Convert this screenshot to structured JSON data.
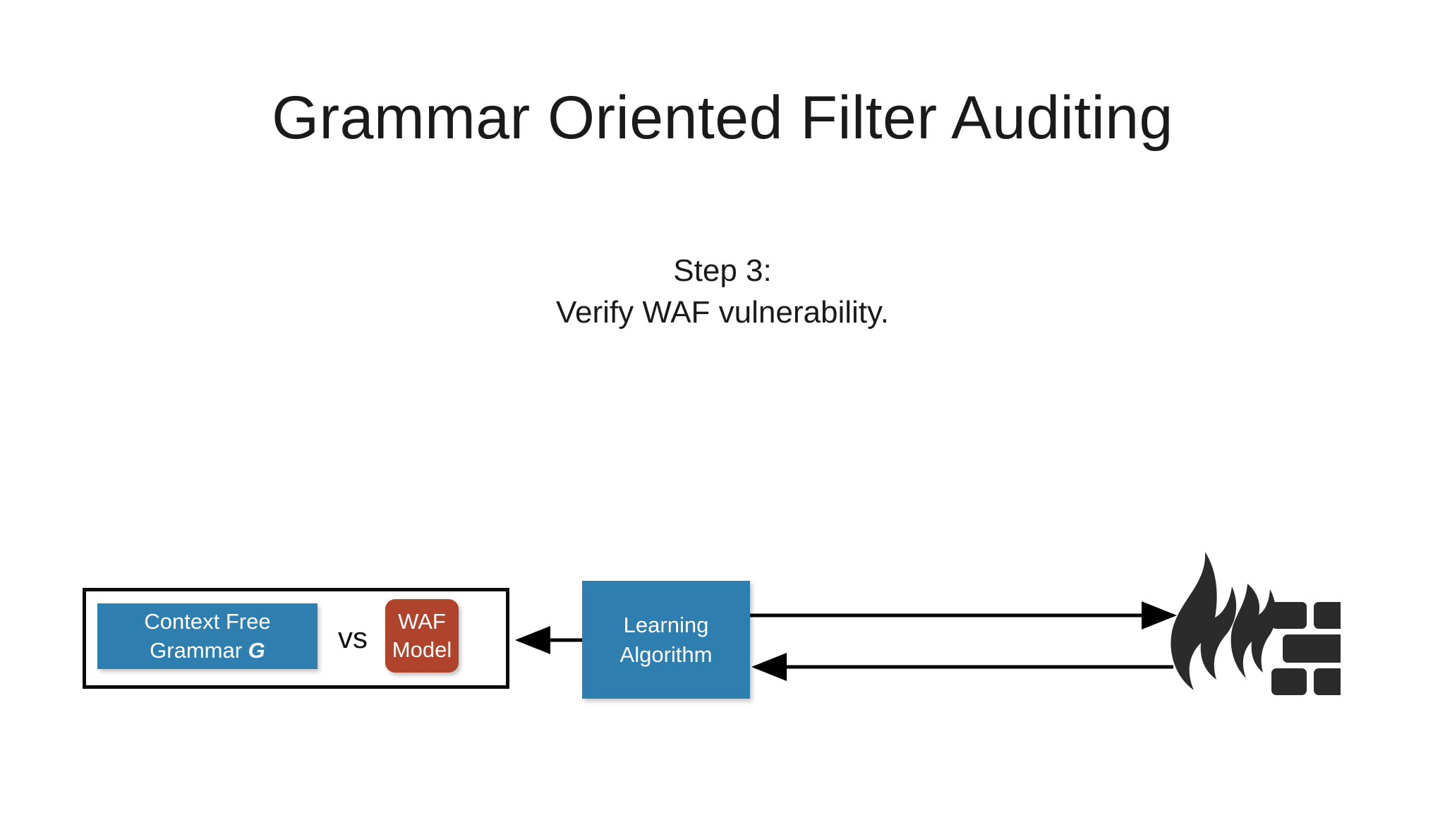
{
  "slide": {
    "background_color": "#ffffff",
    "title": "Grammar Oriented Filter Auditing",
    "subtitle": {
      "line1": "Step 3:",
      "line2": "Verify WAF vulnerability."
    }
  },
  "diagram": {
    "group_box": {
      "name": "comparison-group",
      "border_color": "#0b0b0b"
    },
    "nodes": {
      "cfg": {
        "label_line1": "Context Free",
        "label_line2": "Grammar ",
        "symbol": "G",
        "color": "#2e7eb0",
        "text_color": "#ffffff",
        "shape": "rectangle"
      },
      "vs": {
        "label": "vs",
        "color": "#111111"
      },
      "waf_model": {
        "label_line1": "WAF",
        "label_line2": "Model",
        "color": "#b0432c",
        "text_color": "#ffffff",
        "shape": "rounded-rectangle"
      },
      "learning_algorithm": {
        "label_line1": "Learning",
        "label_line2": "Algorithm",
        "color": "#2e7eb0",
        "text_color": "#ffffff",
        "shape": "rectangle"
      },
      "firewall": {
        "icon": "firewall-flame-brick-icon",
        "color": "#2b2b2b"
      }
    },
    "arrows": [
      {
        "name": "learning-to-group-arrow",
        "from": "learning_algorithm",
        "to": "comparison-group",
        "direction": "left",
        "color": "#000000"
      },
      {
        "name": "learning-to-firewall-arrow",
        "from": "learning_algorithm",
        "to": "firewall",
        "direction": "right",
        "color": "#000000"
      },
      {
        "name": "firewall-to-learning-arrow",
        "from": "firewall",
        "to": "learning_algorithm",
        "direction": "left",
        "color": "#000000"
      }
    ]
  }
}
